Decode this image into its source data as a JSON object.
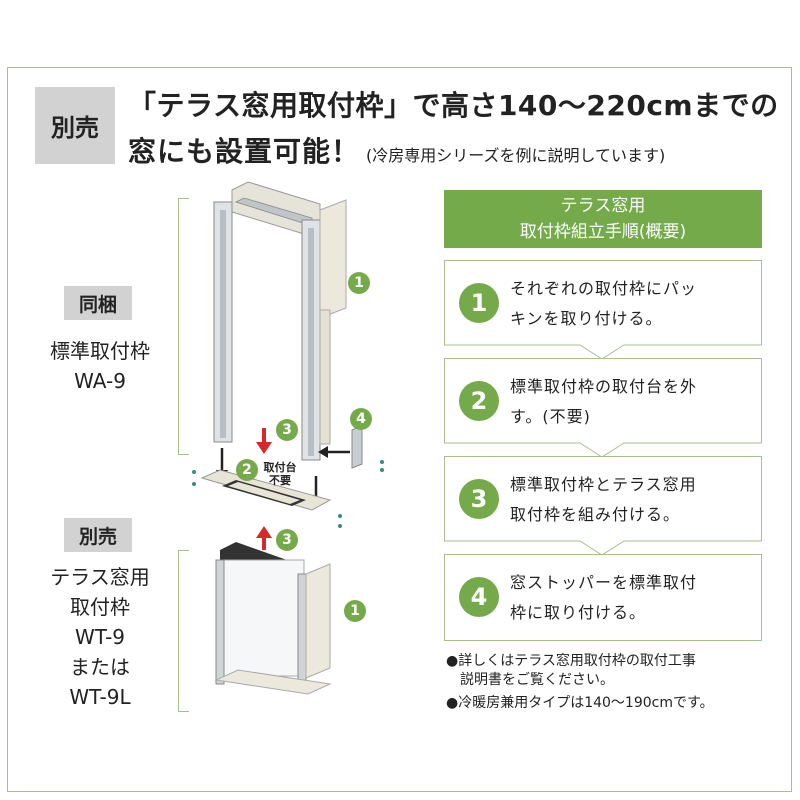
{
  "header": {
    "tag": "別売",
    "line1": "「テラス窓用取付枠」で高さ140〜220cmまでの",
    "line2_main": "窓にも設置可能！",
    "line2_sub": "(冷房専用シリーズを例に説明しています)"
  },
  "left": {
    "bundled_tag": "同梱",
    "bundled_name": "標準取付枠",
    "bundled_model": "WA-9",
    "sold_tag": "別売",
    "sold_name1": "テラス窓用",
    "sold_name2": "取付枠",
    "sold_model1": "WT-9",
    "sold_or": "または",
    "sold_model2": "WT-9L"
  },
  "diagram": {
    "callout_1_top": "1",
    "callout_2": "2",
    "callout_3_top": "3",
    "callout_4": "4",
    "callout_3_bottom": "3",
    "callout_1_bottom": "1",
    "note_line1": "取付台",
    "note_line2": "不要"
  },
  "steps": {
    "title_line1": "テラス窓用",
    "title_line2": "取付枠組立手順(概要)",
    "items": [
      {
        "num": "1",
        "line1": "それぞれの取付枠にパッ",
        "line2": "キンを取り付ける。"
      },
      {
        "num": "2",
        "line1": "標準取付枠の取付台を外",
        "line2": "す。(不要)"
      },
      {
        "num": "3",
        "line1": "標準取付枠とテラス窓用",
        "line2": "取付枠を組み付ける。"
      },
      {
        "num": "4",
        "line1": "窓ストッパーを標準取付",
        "line2": "枠に取り付ける。"
      }
    ]
  },
  "notes": {
    "note1_line1": "●詳しくはテラス窓用取付枠の取付工事",
    "note1_line2": "説明書をご覧ください。",
    "note2": "●冷暖房兼用タイプは140〜190cmです。"
  },
  "colors": {
    "accent_green": "#74aa4a",
    "border_green": "#a9c08d",
    "tag_gray": "#d2d2d2",
    "arrow_red": "#d42a2a"
  }
}
